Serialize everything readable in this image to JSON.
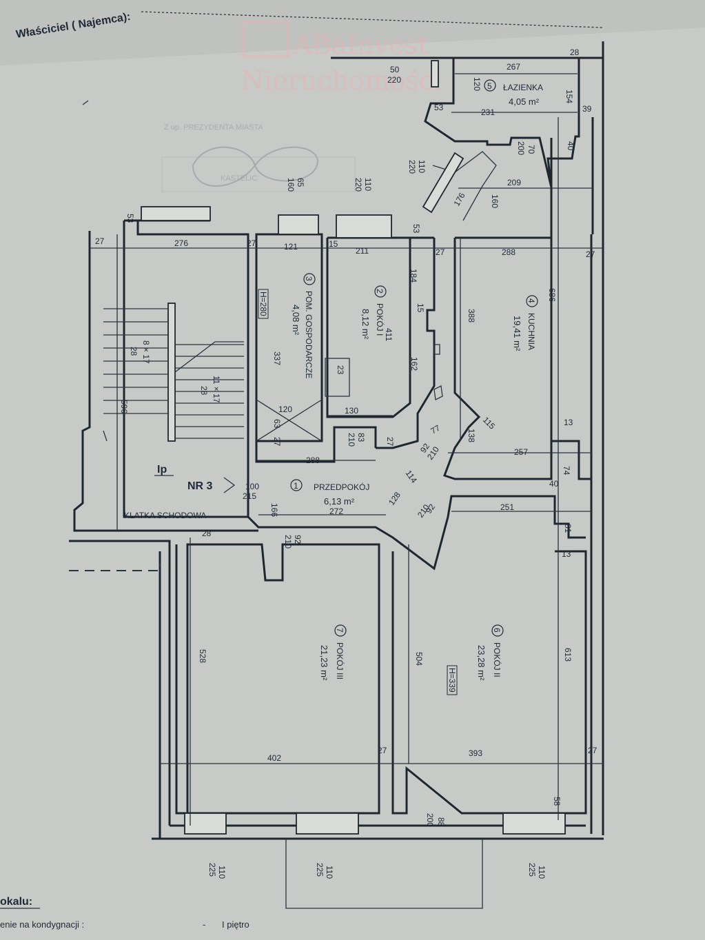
{
  "header": {
    "owner_label": "Właściciel ( Najemca):"
  },
  "watermark": {
    "line1": "ABaInvest",
    "line2": "Nieruchomości",
    "color": "#d9534f"
  },
  "stamp": {
    "line1": "Z up. PREZYDENTA MIASTA",
    "line2": "KASTELIC"
  },
  "rooms": [
    {
      "num": "1",
      "name": "PRZEDPOKÓJ",
      "area": "6,13 m²"
    },
    {
      "num": "2",
      "name": "POKÓJ I",
      "area": "8,12 m²"
    },
    {
      "num": "3",
      "name": "POM. GOSPODARCZE",
      "area": "4,08 m²"
    },
    {
      "num": "4",
      "name": "KUCHNIA",
      "area": "19,41 m²"
    },
    {
      "num": "5",
      "name": "ŁAZIENKA",
      "area": "4,05 m²"
    },
    {
      "num": "6",
      "name": "POKÓJ II",
      "area": "23,28 m²"
    },
    {
      "num": "7",
      "name": "POKÓJ III",
      "area": "21,23 m²"
    }
  ],
  "labels": {
    "stairwell": "KLATKA SCHODOWA",
    "unit": "NR 3",
    "floor_mark": "Ip",
    "stairs_a": "8 × 17",
    "stairs_a2": "28",
    "stairs_b": "11 × 17",
    "stairs_b2": "28",
    "h1": "H=280",
    "h2": "H=339"
  },
  "dimensions": {
    "d267": "267",
    "d28a": "28",
    "d50": "50",
    "d220a": "220",
    "d120a": "120",
    "d154": "154",
    "d53a": "53",
    "d231": "231",
    "d39": "39",
    "d200": "200",
    "d70": "70",
    "d40a": "40",
    "d110a": "110",
    "d220b": "220",
    "d209": "209",
    "d176": "176",
    "d160": "160",
    "d65": "65",
    "d160b": "160",
    "d110b": "110",
    "d220c": "220",
    "d53b": "53",
    "d27a": "27",
    "d276": "276",
    "d27b": "27",
    "d121": "121",
    "d15a": "15",
    "d211": "211",
    "d53c": "53",
    "d27c": "27",
    "d288a": "288",
    "d27d": "27",
    "d184": "184",
    "d686": "686",
    "d388": "388",
    "d411": "411",
    "d15b": "15",
    "d162": "162",
    "d337": "337",
    "d23": "23",
    "d596": "596",
    "d120b": "120",
    "d130": "130",
    "d63": "63",
    "d27e": "27",
    "d83": "83",
    "d210a": "210",
    "d27f": "27",
    "d138": "138",
    "d115": "115",
    "d77": "77",
    "d13a": "13",
    "d257": "257",
    "d74": "74",
    "d288b": "288",
    "d92a": "92",
    "d210b": "210",
    "d114": "114",
    "d100": "100",
    "d215": "215",
    "d40b": "40",
    "d128": "128",
    "d166": "166",
    "d272": "272",
    "d251": "251",
    "d81": "81",
    "d92b": "92",
    "d210c": "210",
    "d28b": "28",
    "d210d": "210",
    "d92c": "92",
    "d13b": "13",
    "d528": "528",
    "d504": "504",
    "d613": "613",
    "d402": "402",
    "d27g": "27",
    "d393": "393",
    "d27h": "27",
    "d58": "58",
    "d88": "88",
    "d200b": "200",
    "d110c": "110",
    "d225a": "225",
    "d110d": "110",
    "d225b": "225",
    "d110e": "110",
    "d225c": "225"
  },
  "footer": {
    "section_title": "okalu:",
    "location_label": "enie na kondygnacji :",
    "dash": "-",
    "floor_value": "I piętro"
  }
}
